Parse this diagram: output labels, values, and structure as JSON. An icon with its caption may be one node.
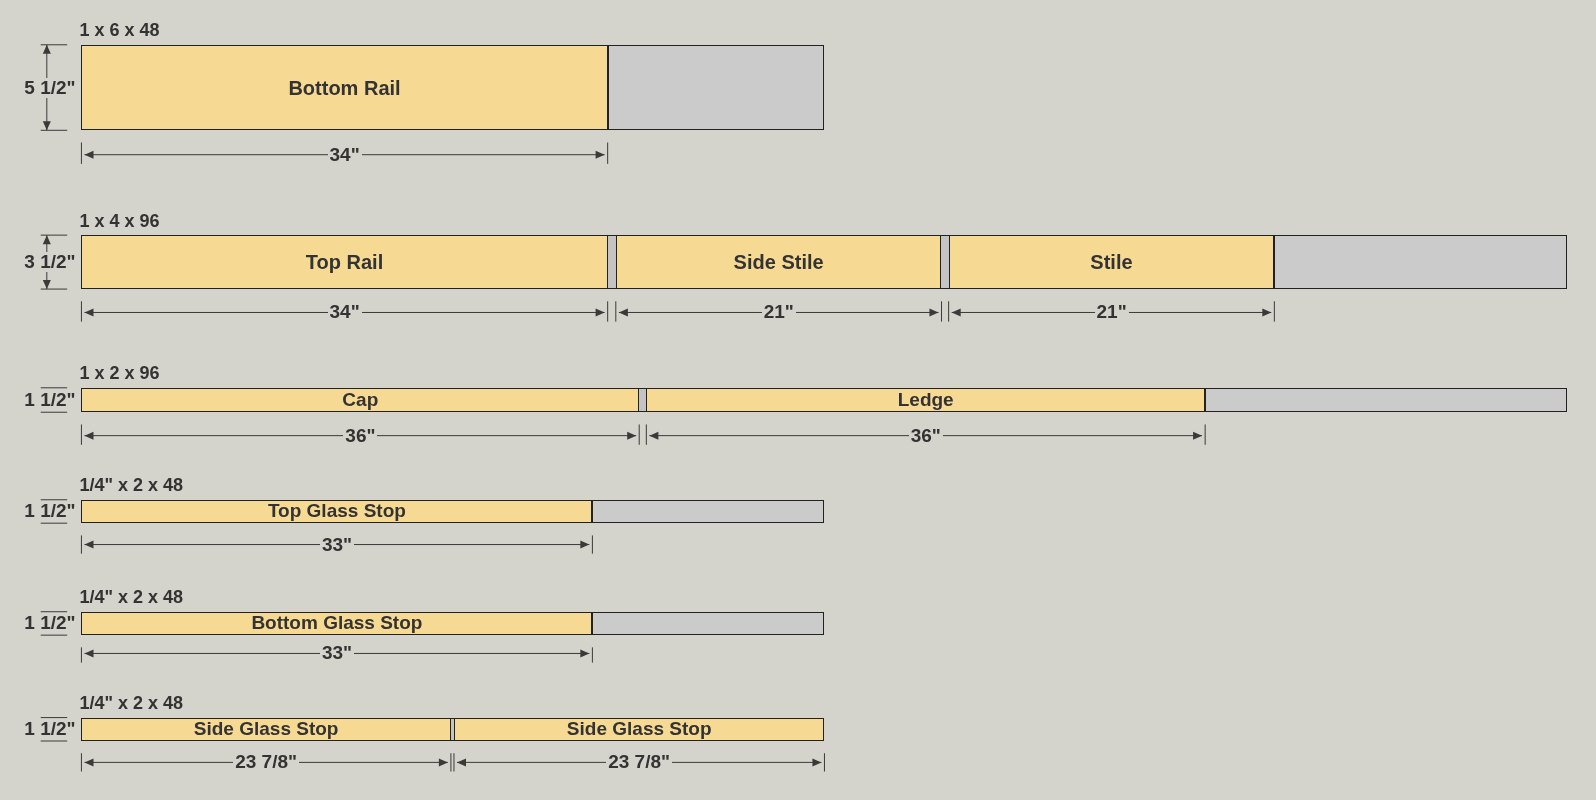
{
  "diagram": {
    "nodes": [
      {
        "text": [
          "1 x 6 x 48"
        ],
        "beside": [
          "5 1/2\""
        ]
      },
      {
        "text": [
          "Bottom Rail"
        ],
        "in": 0,
        "beside": [
          "34\""
        ]
      },
      {
        "text": [],
        "shape": "bar",
        "in": 0
      },
      {
        "text": [
          "1 x 4 x 96"
        ],
        "beside": [
          "3 1/2\""
        ]
      },
      {
        "text": [
          "Top Rail"
        ],
        "in": 3,
        "beside": [
          "34\""
        ]
      },
      {
        "text": [
          "Side Stile"
        ],
        "in": 3,
        "beside": [
          "21\""
        ]
      },
      {
        "text": [
          "Stile"
        ],
        "in": 3,
        "beside": [
          "21\""
        ]
      },
      {
        "text": [],
        "shape": "bar",
        "in": 3
      },
      {
        "text": [
          "1 x 2 x 96"
        ],
        "beside": [
          "1 1/2\""
        ]
      },
      {
        "text": [
          "Cap"
        ],
        "in": 8,
        "beside": [
          "36\""
        ]
      },
      {
        "text": [
          "Ledge"
        ],
        "in": 8,
        "beside": [
          "36\""
        ]
      },
      {
        "text": [],
        "shape": "bar",
        "in": 8
      },
      {
        "text": [
          "1/4\" x 2 x 48"
        ],
        "beside": [
          "1 1/2\""
        ]
      },
      {
        "text": [
          "Top Glass Stop"
        ],
        "in": 12,
        "beside": [
          "33\""
        ]
      },
      {
        "text": [],
        "shape": "bar",
        "in": 12
      },
      {
        "text": [
          "1/4\" x 2 x 48"
        ],
        "beside": [
          "1 1/2\""
        ]
      },
      {
        "text": [
          "Bottom Glass Stop"
        ],
        "in": 15,
        "beside": [
          "33\""
        ]
      },
      {
        "text": [],
        "shape": "bar",
        "in": 15
      },
      {
        "text": [
          "1/4\" x 2 x 48"
        ],
        "beside": [
          "1 1/2\""
        ]
      },
      {
        "text": [
          "Side Glass Stop"
        ],
        "in": 18,
        "beside": [
          "23 7/8\""
        ]
      },
      {
        "text": [
          "Side Glass Stop"
        ],
        "in": 18,
        "beside": [
          "23 7/8\""
        ]
      }
    ]
  }
}
